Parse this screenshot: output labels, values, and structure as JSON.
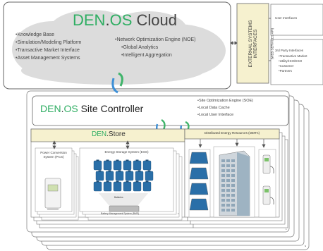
{
  "cloud": {
    "brand": "DEN",
    "dot": ".",
    "os": "OS",
    "name": " Cloud",
    "left_items": [
      "Knowledge Base",
      "Simulation/Modeling Platform",
      "Transactive Market Interface",
      "Asset Management Systems"
    ],
    "right_title": "Network Optimization Engine (NOE)",
    "right_items": [
      "Global Analytics",
      "Intelligent Aggregation"
    ]
  },
  "external": {
    "title": "EXTERNAL SYSTEMS INTERFACES",
    "subtitle": "(WEB SERVICES API)",
    "user_interfaces": "User Interfaces",
    "third_party_title": "3rd Party Interfaces",
    "third_party_items": [
      "Transactive Market",
      "Utility/ISO/DSO",
      "Customer",
      "Partners"
    ]
  },
  "site": {
    "brand": "DEN",
    "dot": ".",
    "os": "OS",
    "name": " Site Controller",
    "items": [
      "Site Optimization Engine (SOE)",
      "Local Data Cache",
      "Local User Interface"
    ],
    "page_numbers": [
      "1",
      "N"
    ]
  },
  "store": {
    "brand": "DEN",
    "dot": ".",
    "name": "Store",
    "pcs_title": "Power Conversion System (PCS)",
    "ess_title": "Energy Storage System (ESS)",
    "batteries_label": "Batteries",
    "bms_label": "Battery Management System (BMS)",
    "page_number": "1"
  },
  "der": {
    "title": "Distributed Energy Resources (DER's)"
  },
  "colors": {
    "brand_green": "#2fae63",
    "arrow_blue": "#3d8fd6",
    "arrow_green": "#3fb46a",
    "header_yellow": "#f6f1cf",
    "battery_blue": "#2a6fa8"
  }
}
